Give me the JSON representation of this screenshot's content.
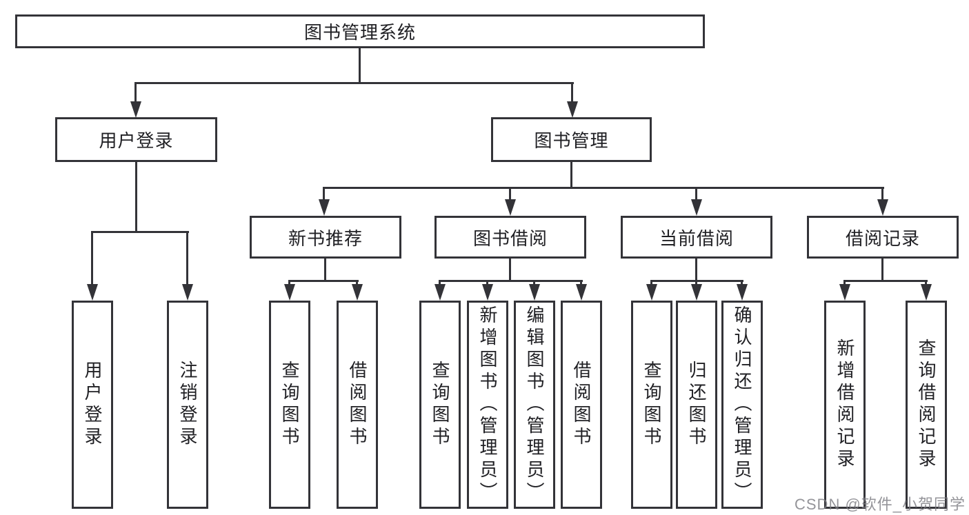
{
  "diagram": {
    "type": "hierarchy-tree",
    "colors": {
      "line": "#333338",
      "text": "#202024",
      "background": "#ffffff",
      "watermark": "#7d7d82"
    },
    "tree": {
      "root": {
        "label": "图书管理系统",
        "children": [
          {
            "label": "用户登录",
            "children": [
              {
                "label": "用户登录"
              },
              {
                "label": "注销登录"
              }
            ]
          },
          {
            "label": "图书管理",
            "children": [
              {
                "label": "新书推荐",
                "children": [
                  {
                    "label": "查询图书"
                  },
                  {
                    "label": "借阅图书"
                  }
                ]
              },
              {
                "label": "图书借阅",
                "children": [
                  {
                    "label": "查询图书"
                  },
                  {
                    "label": "新增图书（管理员）"
                  },
                  {
                    "label": "编辑图书（管理员）"
                  },
                  {
                    "label": "借阅图书"
                  }
                ]
              },
              {
                "label": "当前借阅",
                "children": [
                  {
                    "label": "查询图书"
                  },
                  {
                    "label": "归还图书"
                  },
                  {
                    "label": "确认归还（管理员）"
                  }
                ]
              },
              {
                "label": "借阅记录",
                "children": [
                  {
                    "label": "新增借阅记录"
                  },
                  {
                    "label": "查询借阅记录"
                  }
                ]
              }
            ]
          }
        ]
      }
    }
  },
  "watermark": {
    "text": "CSDN @软件_小贺同学"
  }
}
